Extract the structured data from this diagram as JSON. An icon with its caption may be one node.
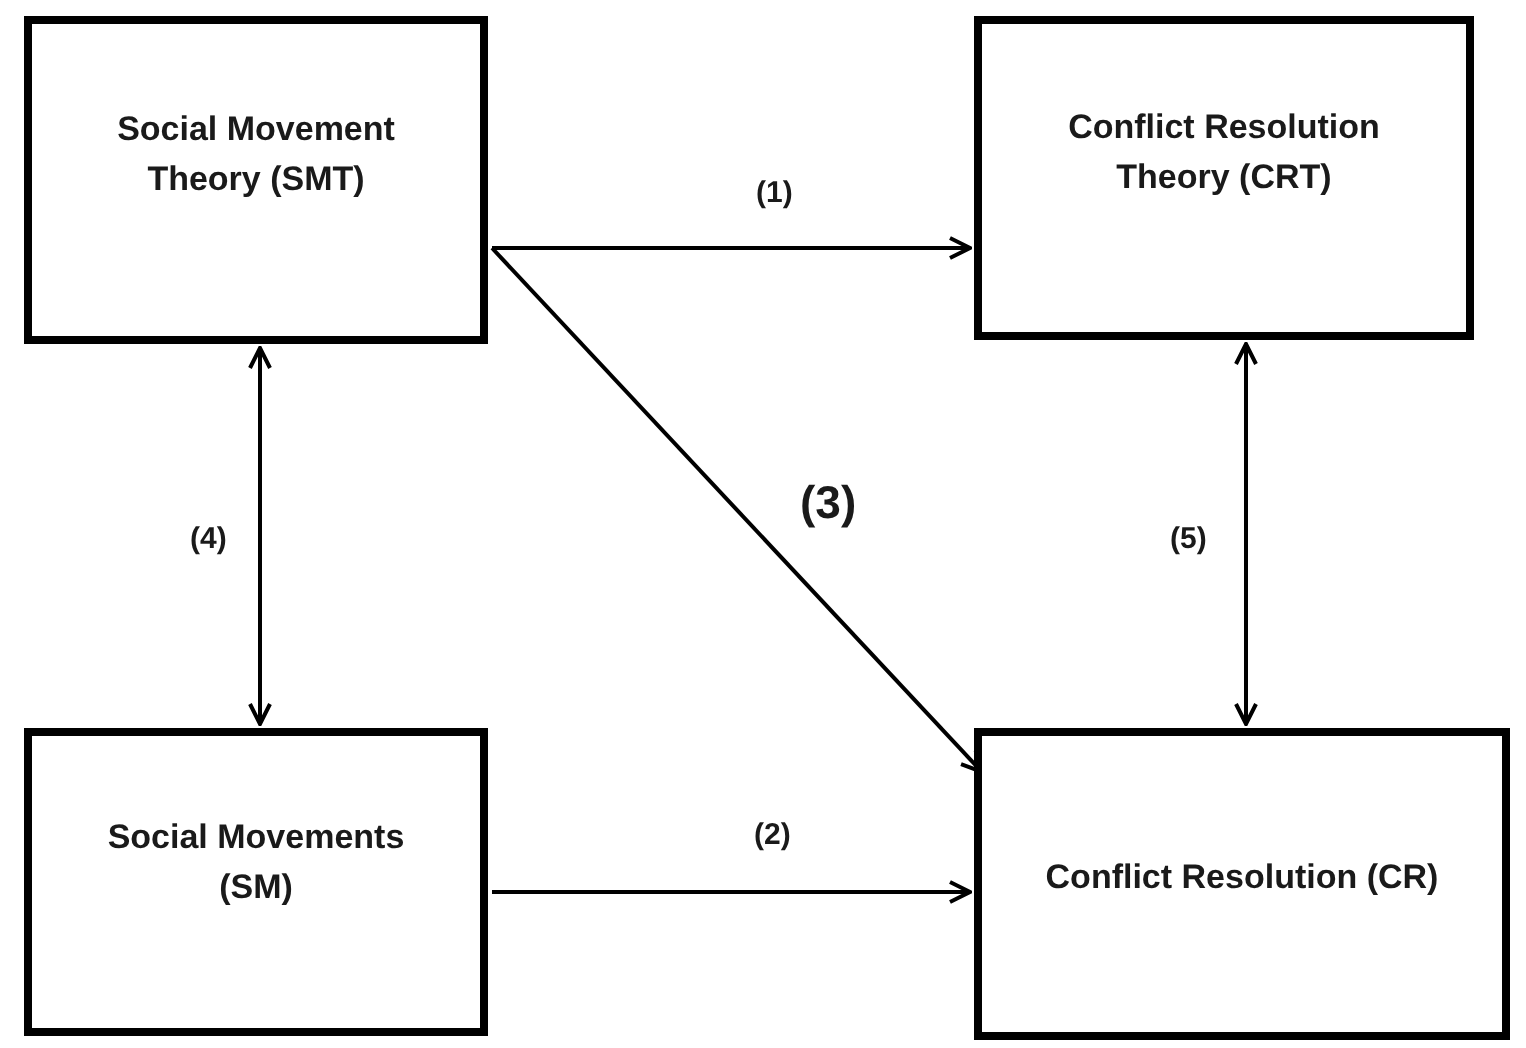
{
  "diagram": {
    "nodes": [
      {
        "text": [
          "Social Movement Theory (SMT)"
        ]
      },
      {
        "text": [
          "Conflict Resolution Theory (CRT)"
        ]
      },
      {
        "text": [
          "Social Movements (SM)"
        ]
      },
      {
        "text": [
          "Conflict Resolution (CR)"
        ]
      }
    ],
    "edges": [
      {
        "from": 0,
        "to": 1,
        "arrow": "to",
        "label": "(1)"
      },
      {
        "from": 2,
        "to": 3,
        "arrow": "to",
        "label": "(2)"
      },
      {
        "from": 0,
        "to": 3,
        "arrow": "to",
        "label": "(3)"
      },
      {
        "from": 0,
        "to": 2,
        "arrow": "both",
        "label": "(4)"
      },
      {
        "from": 1,
        "to": 3,
        "arrow": "both",
        "label": "(5)"
      }
    ]
  }
}
